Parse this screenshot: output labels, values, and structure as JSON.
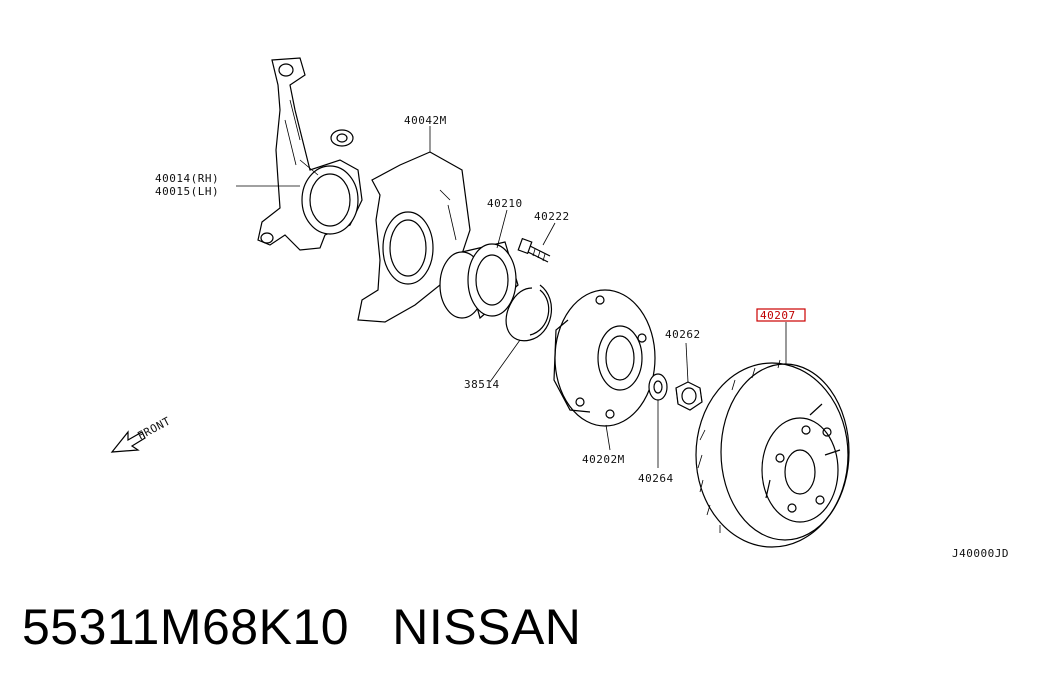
{
  "diagram": {
    "labels": {
      "knuckle_rh": "40014(RH)",
      "knuckle_lh": "40015(LH)",
      "baffle_plate": "40042M",
      "bearing": "40210",
      "hub_bolt": "40222",
      "snap_ring": "38514",
      "hub": "40202M",
      "hub_nut": "40262",
      "washer": "40264",
      "disc_rotor": "40207",
      "front_arrow": "FRONT",
      "diagram_code": "J40000JD"
    },
    "highlight_color": "#cc0000"
  },
  "caption": {
    "part_number": "55311M68K10",
    "brand": "NISSAN"
  }
}
